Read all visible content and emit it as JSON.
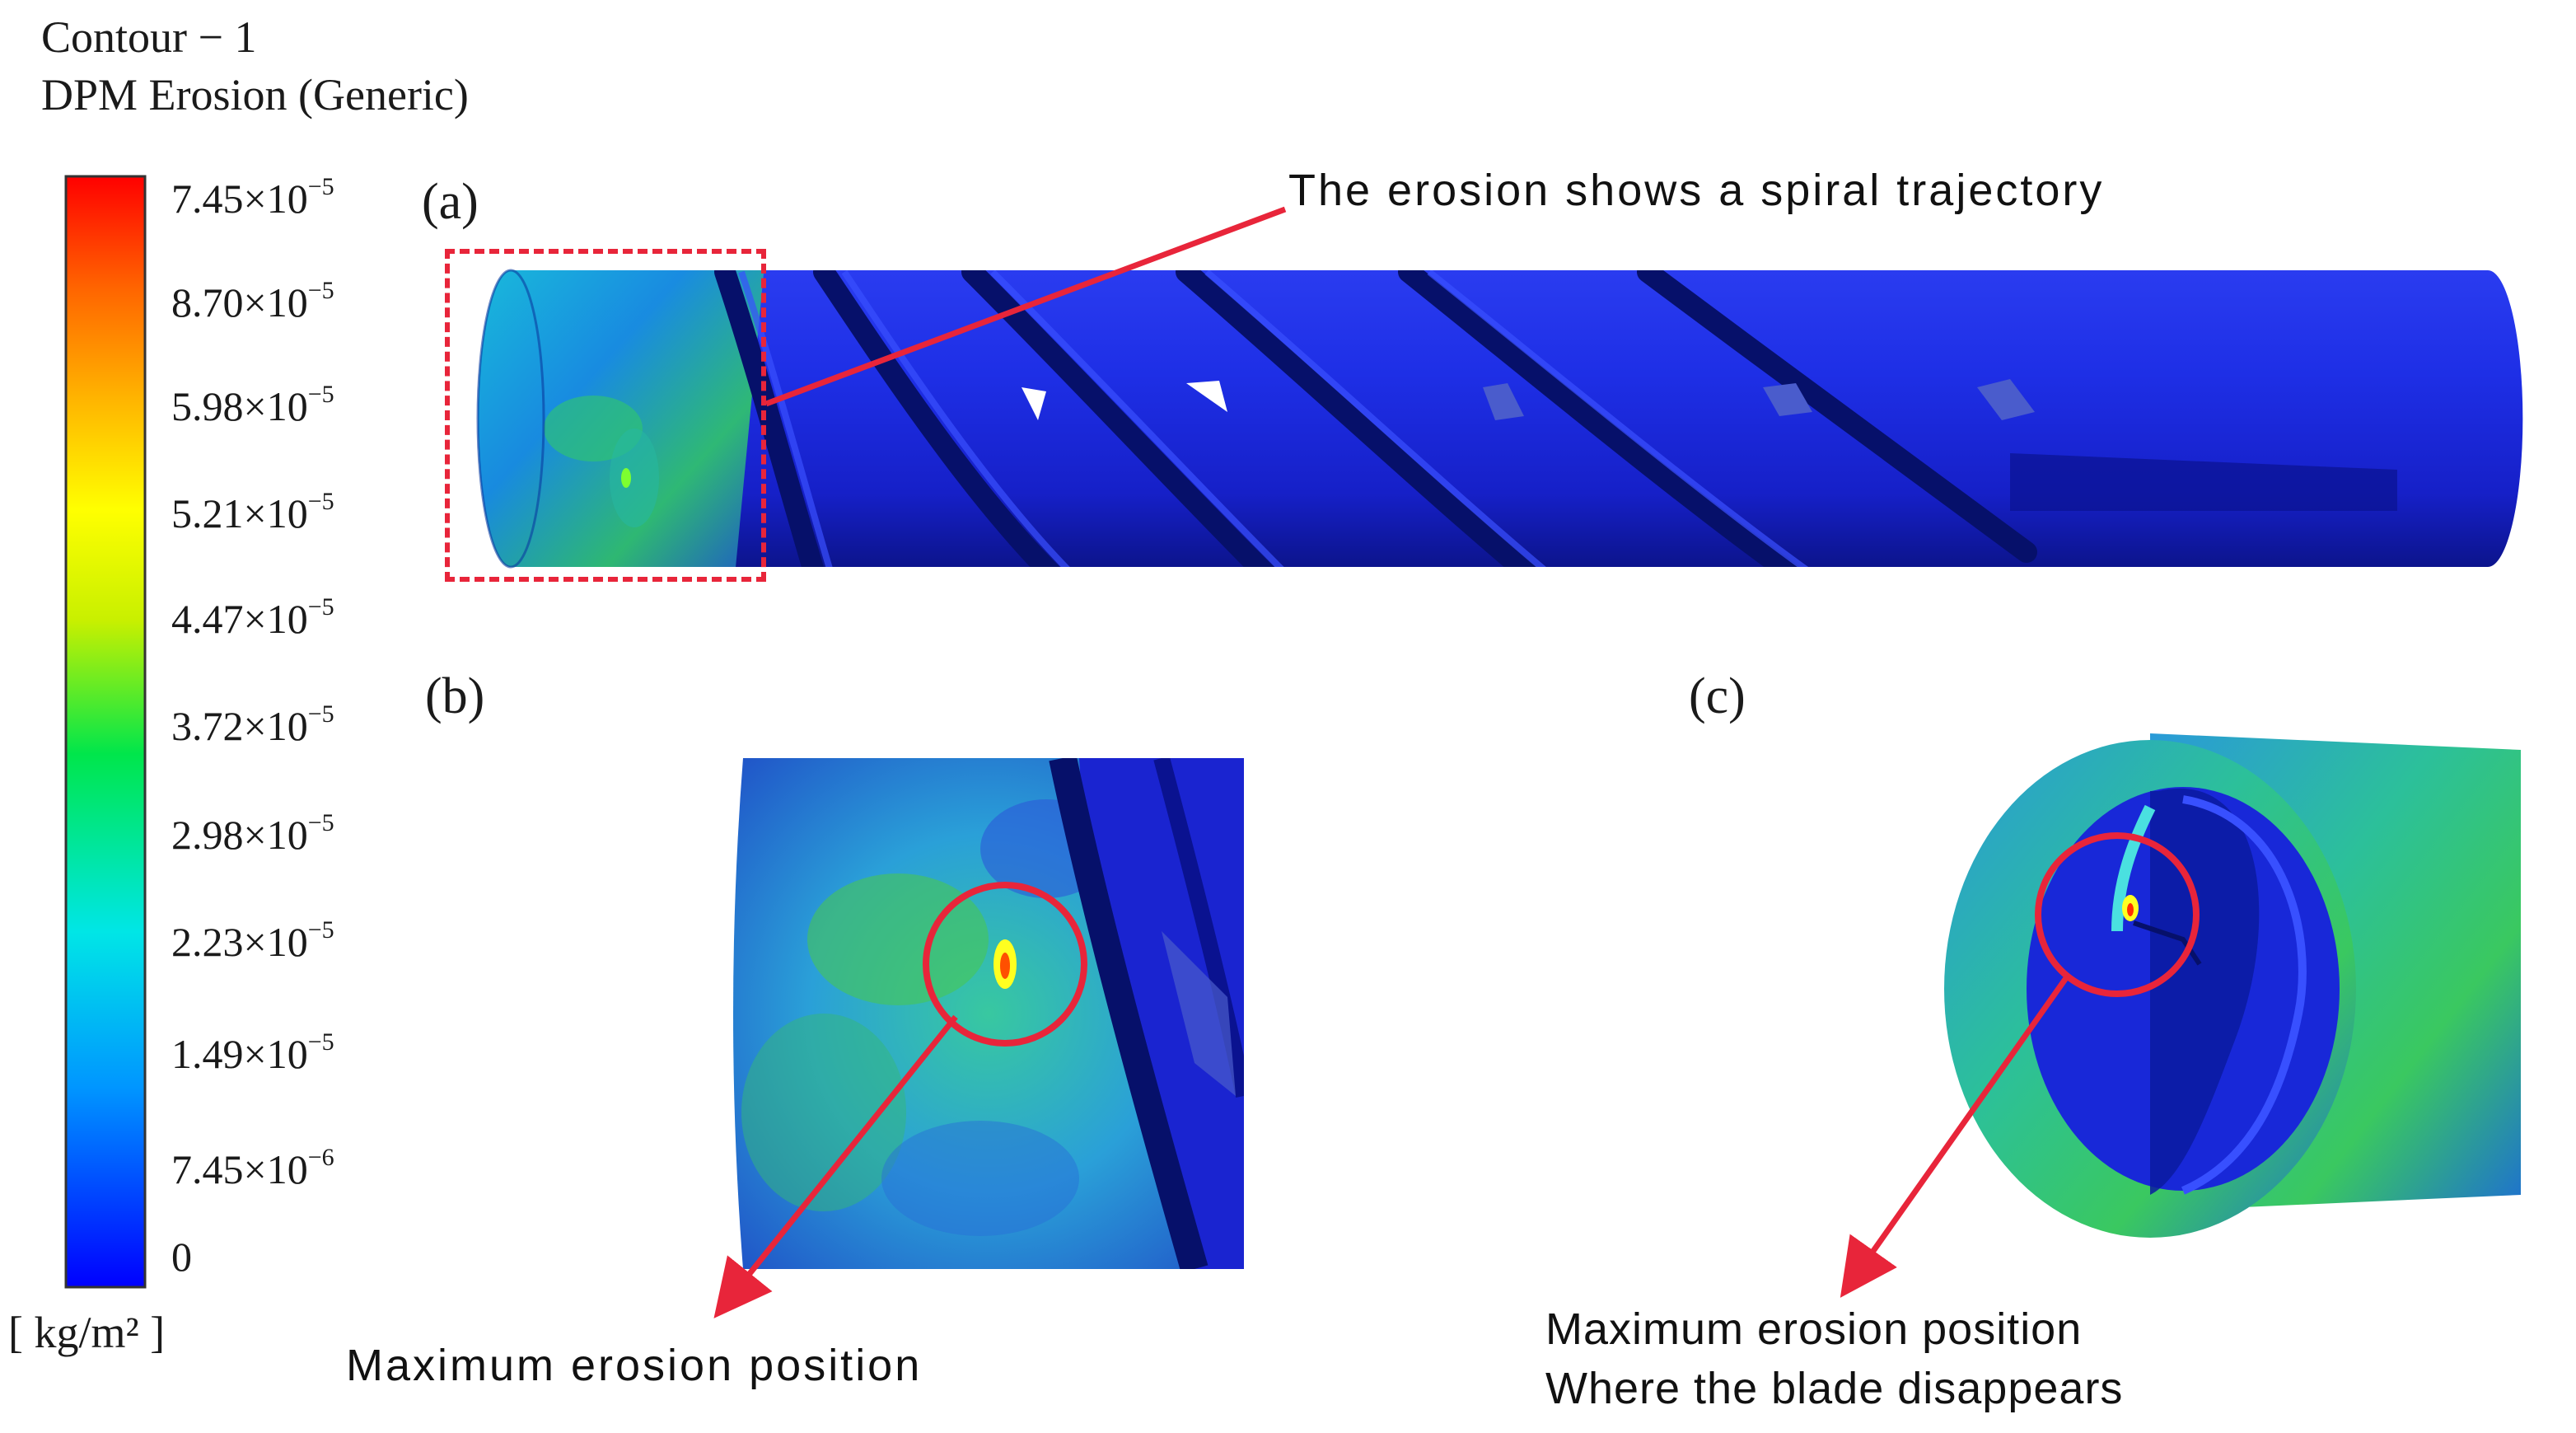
{
  "header": {
    "line1": "Contour − 1",
    "line2": "DPM Erosion (Generic)"
  },
  "colorbar": {
    "stops": [
      "#0000ff",
      "#0096ff",
      "#00e6e6",
      "#00e64b",
      "#c8f000",
      "#ffff00",
      "#ffb400",
      "#ff6400",
      "#ff0000"
    ],
    "ticks": [
      {
        "mantissa": "7.45×10",
        "exp": "−5"
      },
      {
        "mantissa": "8.70×10",
        "exp": "−5"
      },
      {
        "mantissa": "5.98×10",
        "exp": "−5"
      },
      {
        "mantissa": "5.21×10",
        "exp": "−5"
      },
      {
        "mantissa": "4.47×10",
        "exp": "−5"
      },
      {
        "mantissa": "3.72×10",
        "exp": "−5"
      },
      {
        "mantissa": "2.98×10",
        "exp": "−5"
      },
      {
        "mantissa": "2.23×10",
        "exp": "−5"
      },
      {
        "mantissa": "1.49×10",
        "exp": "−5"
      },
      {
        "mantissa": "7.45×10",
        "exp": "−6"
      },
      {
        "mantissa": "0",
        "exp": ""
      }
    ],
    "unit": "[ kg/m² ]"
  },
  "panels": {
    "a": {
      "label": "(a)",
      "note": "The erosion shows a spiral trajectory"
    },
    "b": {
      "label": "(b)",
      "note": "Maximum  erosion position"
    },
    "c": {
      "label": "(c)",
      "note_line1": "Maximum  erosion position",
      "note_line2": "Where the blade disappears"
    }
  },
  "colors": {
    "annotation_red": "#e8253a",
    "pipe_blue": "#1a28d8",
    "pipe_dark": "#0a1290"
  }
}
